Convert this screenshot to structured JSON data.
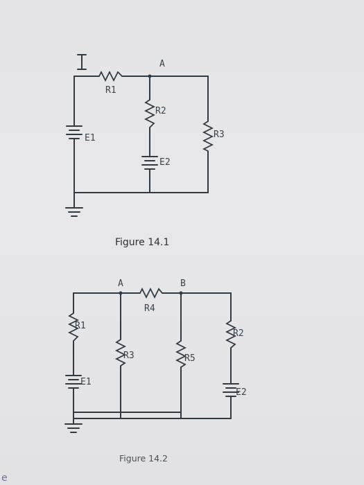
{
  "figure1": {
    "current_label": "I",
    "node_a": "A",
    "r1": "R1",
    "r2": "R2",
    "r3": "R3",
    "e1": "E1",
    "e2": "E2",
    "caption": "Figure 14.1"
  },
  "figure2": {
    "node_a": "A",
    "node_b": "B",
    "r1": "R1",
    "r2": "R2",
    "r3": "R3",
    "r4": "R4",
    "r5": "R5",
    "e1": "E1",
    "e2": "E2",
    "caption": "Figure 14.2"
  },
  "corner_glyph": "e"
}
